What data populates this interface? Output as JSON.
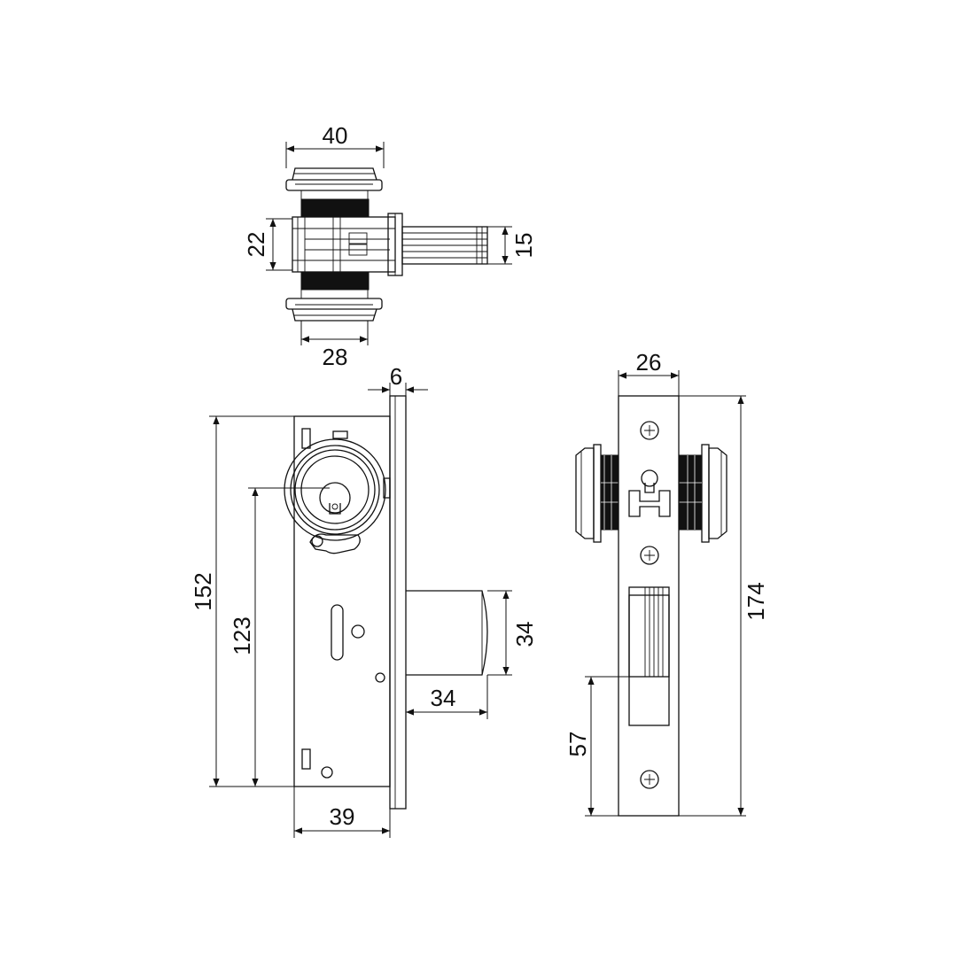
{
  "views": {
    "top": {
      "dims": {
        "cylinder_width": "40",
        "body_height": "22",
        "bolt_height": "15",
        "collar_width": "28"
      }
    },
    "side": {
      "dims": {
        "faceplate_thickness": "6",
        "overall_height": "152",
        "key_center_height": "123",
        "bolt_projection_h": "34",
        "bolt_projection_v": "34",
        "backset_depth": "39"
      }
    },
    "front": {
      "dims": {
        "faceplate_width": "26",
        "faceplate_length": "174",
        "bolt_center_height": "57"
      }
    }
  },
  "colors": {
    "line": "#111111",
    "background": "#ffffff"
  }
}
